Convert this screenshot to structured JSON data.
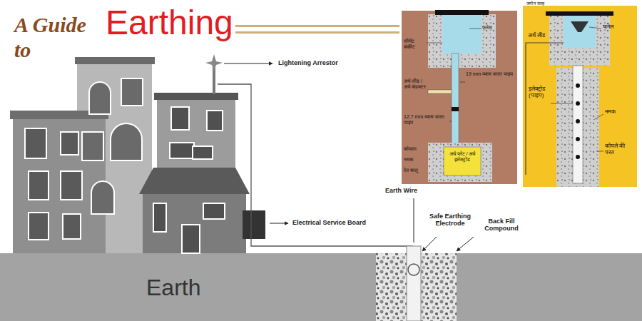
{
  "diagram": {
    "labels": [
      "A Guide to",
      "Earthing",
      "Lightening Arrestor",
      "Electrical Service Board",
      "Earth Wire",
      "Safe Earthing Electrode",
      "Back Fill Compound",
      "Earth",
      "सीमेंट कंक्रीट",
      "फनेल",
      "अर्थ लीड / अर्थ कंडक्टर",
      "19 mm व्यास वाला पाइप",
      "12.7 mm व्यास वाला पाइप",
      "कोयला",
      "नमक",
      "रेत बालू",
      "अर्थ प्लेट / अर्थ इलेक्ट्रोड",
      "जमीन सतह",
      "फनेल",
      "अर्थ लीड",
      "इलेक्ट्रोड (पाइप)",
      "नमक",
      "कोयले की परत"
    ]
  }
}
